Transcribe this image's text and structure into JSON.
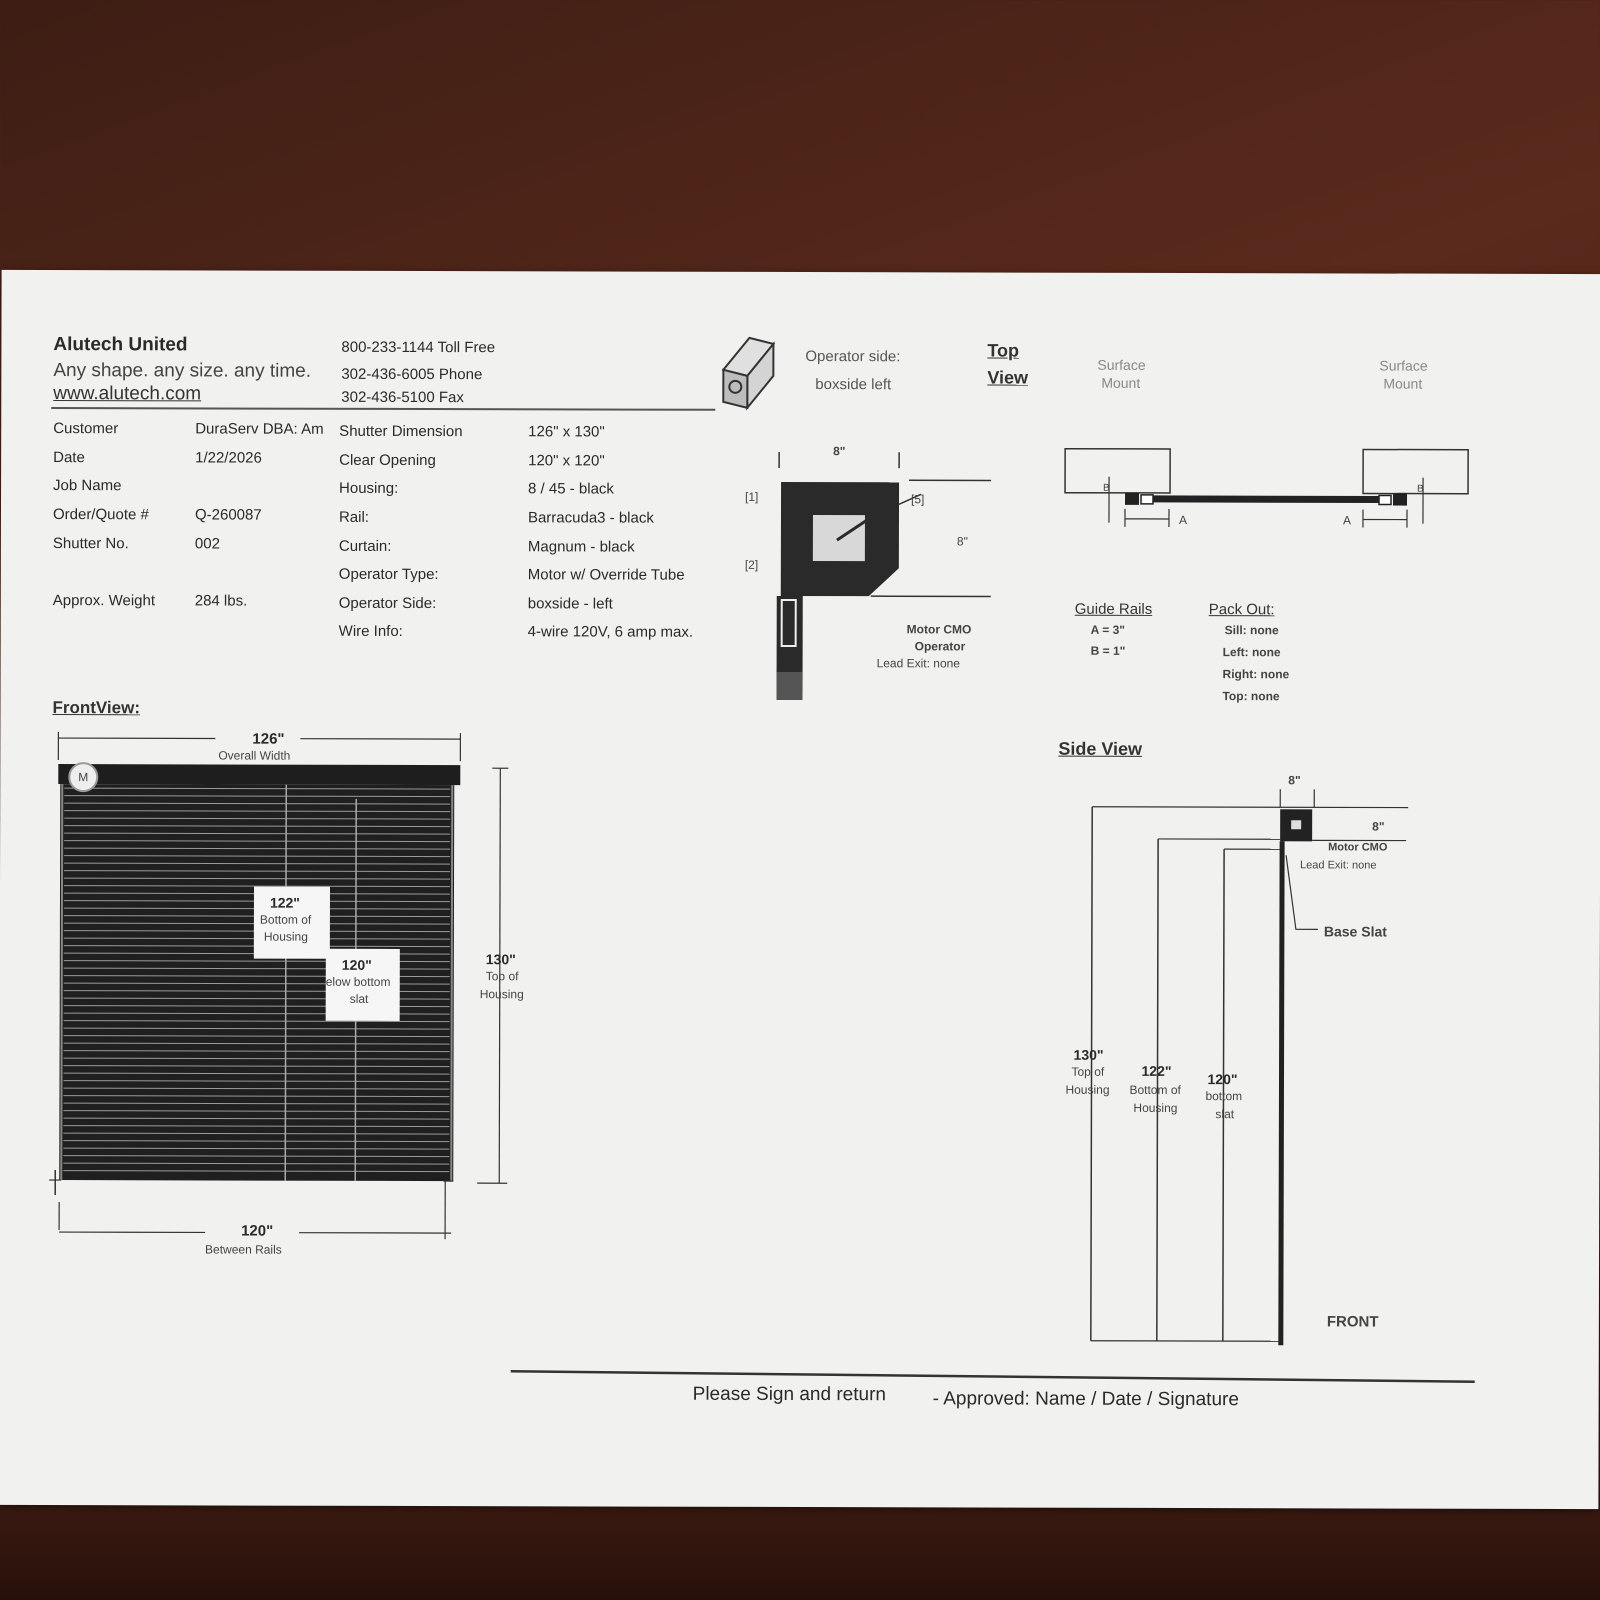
{
  "company": {
    "name": "Alutech United",
    "tagline": "Any shape. any size. any time.",
    "website": "www.alutech.com",
    "toll_free": "800-233-1144 Toll Free",
    "phone": "302-436-6005 Phone",
    "fax": "302-436-5100 Fax"
  },
  "info_left": [
    {
      "label": "Customer",
      "value": "DuraServ DBA: Am"
    },
    {
      "label": "Date",
      "value": "1/22/2026"
    },
    {
      "label": "Job Name",
      "value": ""
    },
    {
      "label": "Order/Quote #",
      "value": "Q-260087"
    },
    {
      "label": "Shutter No.",
      "value": "002"
    },
    {
      "label": "Approx. Weight",
      "value": "284 lbs."
    }
  ],
  "info_right": [
    {
      "label": "Shutter Dimension",
      "value": "126\" x 130\""
    },
    {
      "label": "Clear Opening",
      "value": "120\" x 120\""
    },
    {
      "label": "Housing:",
      "value": "8 / 45 - black"
    },
    {
      "label": "Rail:",
      "value": "Barracuda3 - black"
    },
    {
      "label": "Curtain:",
      "value": "Magnum - black"
    },
    {
      "label": "Operator Type:",
      "value": "Motor w/ Override  Tube"
    },
    {
      "label": "Operator Side:",
      "value": "boxside - left"
    },
    {
      "label": "Wire Info:",
      "value": "4-wire 120V, 6 amp max."
    }
  ],
  "operator_box": {
    "title": "Operator side:",
    "value": "boxside left",
    "dim_top": "8\"",
    "dim_right": "8\"",
    "label_1": "[1]",
    "label_2": "[2]",
    "label_5": "[5]",
    "motor_line1": "Motor CMO",
    "motor_line2": "Operator",
    "lead_exit": "Lead Exit: none"
  },
  "top_view": {
    "title_line1": "Top",
    "title_line2": "View",
    "surface_left_1": "Surface",
    "surface_left_2": "Mount",
    "surface_right_1": "Surface",
    "surface_right_2": "Mount",
    "letter_a": "A",
    "letter_b": "B",
    "guide_rails_title": "Guide Rails",
    "guide_a": "A = 3\"",
    "guide_b": "B = 1\"",
    "pack_out_title": "Pack Out:",
    "pack_sill": "Sill: none",
    "pack_left": "Left: none",
    "pack_right": "Right: none",
    "pack_top": "Top: none"
  },
  "front_view": {
    "title": "FrontView:",
    "overall_width_value": "126\"",
    "overall_width_label": "Overall Width",
    "motor_badge": "M",
    "bottom_housing_value": "122\"",
    "bottom_housing_label1": "Bottom of",
    "bottom_housing_label2": "Housing",
    "below_slat_value": "120\"",
    "below_slat_label1": "elow bottom",
    "below_slat_label2": "slat",
    "top_housing_value": "130\"",
    "top_housing_label1": "Top of",
    "top_housing_label2": "Housing",
    "between_rails_value": "120\"",
    "between_rails_label": "Between Rails"
  },
  "side_view": {
    "title": "Side View",
    "dim_top": "8\"",
    "dim_right": "8\"",
    "motor": "Motor CMO",
    "lead_exit": "Lead Exit: none",
    "base_slat": "Base Slat",
    "top_value": "130\"",
    "top_label1": "Top of",
    "top_label2": "Housing",
    "bottom_value": "122\"",
    "bottom_label1": "Bottom of",
    "bottom_label2": "Housing",
    "slat_value": "120\"",
    "slat_label1": "bottom",
    "slat_label2": "slat",
    "front": "FRONT"
  },
  "footer": {
    "sign_text": "Please Sign and return",
    "approved_text": "-  Approved: Name / Date / Signature"
  }
}
